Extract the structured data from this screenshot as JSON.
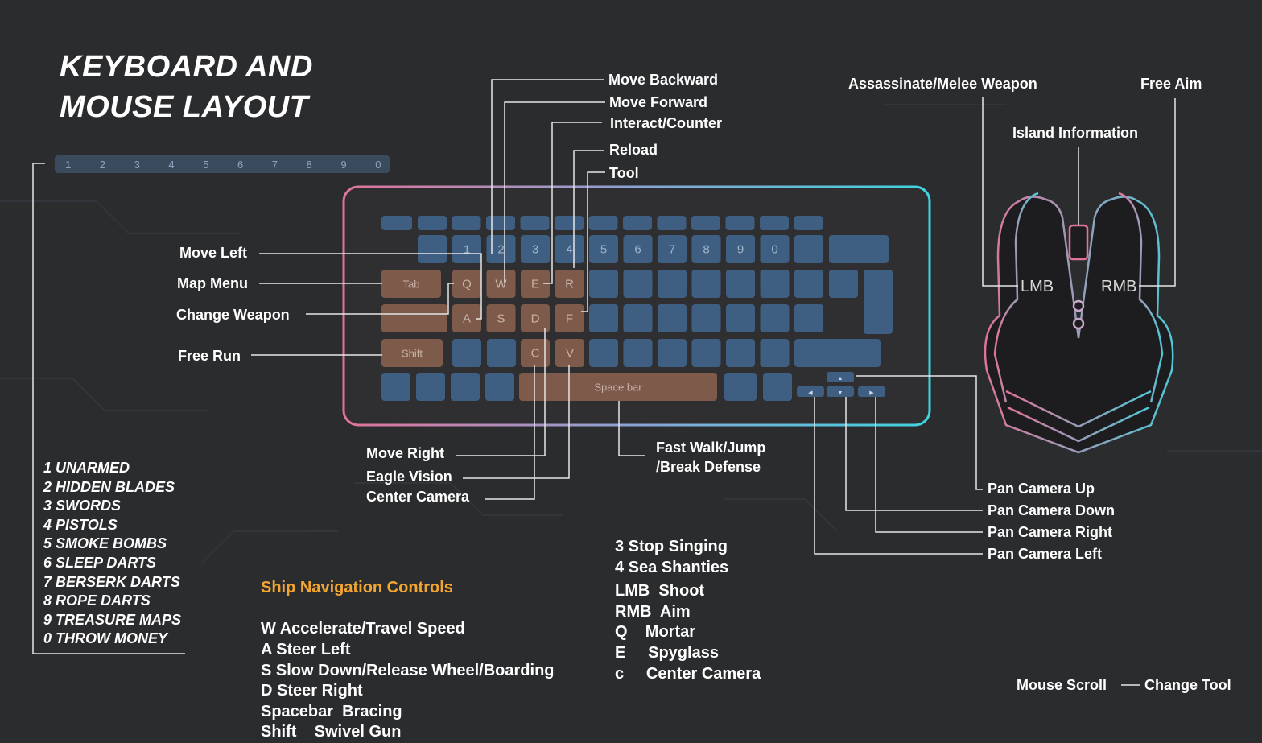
{
  "title": {
    "line1": "KEYBOARD AND",
    "line2": "MOUSE LAYOUT"
  },
  "number_row": [
    "1",
    "2",
    "3",
    "4",
    "5",
    "6",
    "7",
    "8",
    "9",
    "0"
  ],
  "keyboard": {
    "row2_labels": [
      "1",
      "2",
      "3",
      "4",
      "5",
      "6",
      "7",
      "8",
      "9",
      "0"
    ],
    "keys": {
      "tab": "Tab",
      "q": "Q",
      "w": "W",
      "e": "E",
      "r": "R",
      "a": "A",
      "s": "S",
      "d": "D",
      "f": "F",
      "shift": "Shift",
      "c": "C",
      "v": "V",
      "space": "Space bar"
    }
  },
  "mouse": {
    "lmb": "LMB",
    "rmb": "RMB"
  },
  "labels": {
    "move_backward": "Move Backward",
    "move_forward": "Move Forward",
    "interact": "Interact/Counter",
    "reload": "Reload",
    "tool": "Tool",
    "move_left": "Move Left",
    "map_menu": "Map Menu",
    "change_weapon": "Change Weapon",
    "free_run": "Free Run",
    "move_right": "Move Right",
    "eagle_vision": "Eagle Vision",
    "center_camera": "Center Camera",
    "fast_walk_1": "Fast Walk/Jump",
    "fast_walk_2": "/Break Defense",
    "assassinate": "Assassinate/Melee Weapon",
    "free_aim": "Free Aim",
    "island_info": "Island Information",
    "pan_up": "Pan Camera Up",
    "pan_down": "Pan Camera Down",
    "pan_right": "Pan Camera Right",
    "pan_left": "Pan Camera Left",
    "mouse_scroll": "Mouse Scroll",
    "change_tool": "Change Tool"
  },
  "weapons": [
    "1 UNARMED",
    "2 HIDDEN BLADES",
    "3 SWORDS",
    "4 PISTOLS",
    "5 SMOKE BOMBS",
    "6 SLEEP DARTS",
    "7 BERSERK DARTS",
    "8 ROPE DARTS",
    "9 TREASURE MAPS",
    "0 THROW MONEY"
  ],
  "ship": {
    "heading": "Ship Navigation Controls",
    "items": [
      "W Accelerate/Travel Speed",
      "A Steer Left",
      "S Slow Down/Release Wheel/Boarding",
      "D Steer Right",
      "Spacebar  Bracing",
      "Shift    Swivel Gun"
    ]
  },
  "ship2": [
    "3 Stop Singing",
    "4 Sea Shanties",
    "LMB  Shoot",
    "RMB  Aim",
    "Q    Mortar",
    "E     Spyglass",
    "c     Center Camera"
  ],
  "colors": {
    "background": "#2b2c2e",
    "key_blue": "#3f5f82",
    "key_highlight": "#7d5a4a",
    "accent": "#f3a531",
    "frame_pink": "#e0739a",
    "frame_cyan": "#3fd3e0"
  }
}
